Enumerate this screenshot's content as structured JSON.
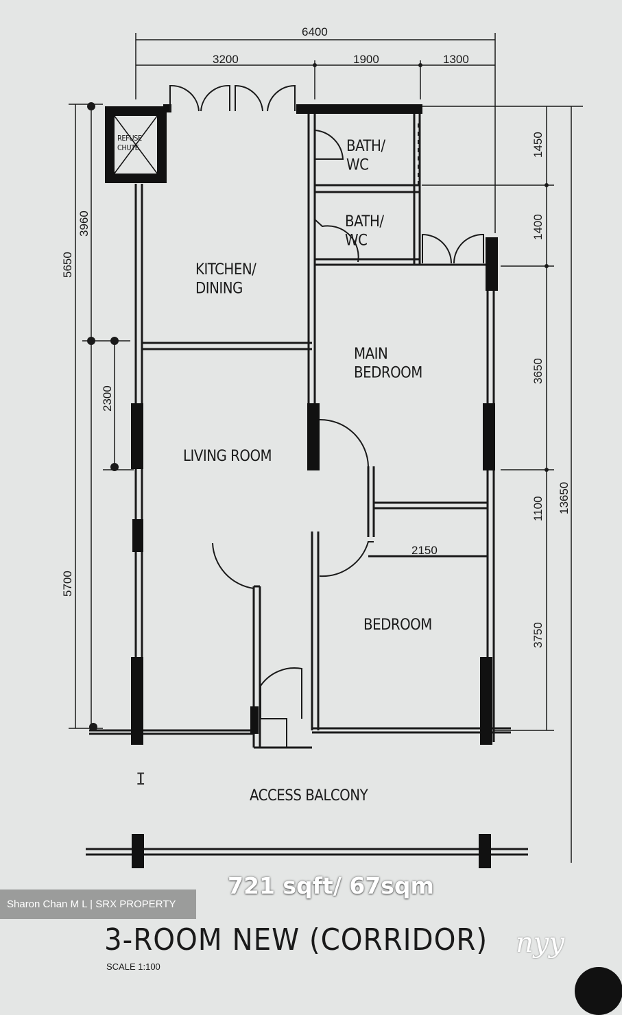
{
  "plan": {
    "title": "3-ROOM NEW (CORRIDOR)",
    "scale": "SCALE   1:100",
    "area_overlay": "721 sqft/ 67sqm",
    "watermark": "Sharon Chan M L | SRX PROPERTY",
    "signature": "nyy",
    "rooms": {
      "refuse": "REFUSE CHUTE",
      "bath1": "BATH/ WC",
      "bath2": "BATH/ WC",
      "kitchen": "KITCHEN/ DINING",
      "main_bedroom": "MAIN BEDROOM",
      "living": "LIVING ROOM",
      "bedroom": "BEDROOM",
      "access_balcony": "ACCESS BALCONY"
    },
    "dimensions": {
      "top_total": "6400",
      "top_a": "3200",
      "top_b": "1900",
      "top_c": "1300",
      "right_a": "1450",
      "right_b": "1400",
      "right_c": "3650",
      "right_d": "3750",
      "right_mid": "1100",
      "right_total": "13650",
      "left_a": "3960",
      "left_b": "5650",
      "left_c": "2300",
      "left_d": "5700",
      "bedroom_width": "2150"
    }
  }
}
